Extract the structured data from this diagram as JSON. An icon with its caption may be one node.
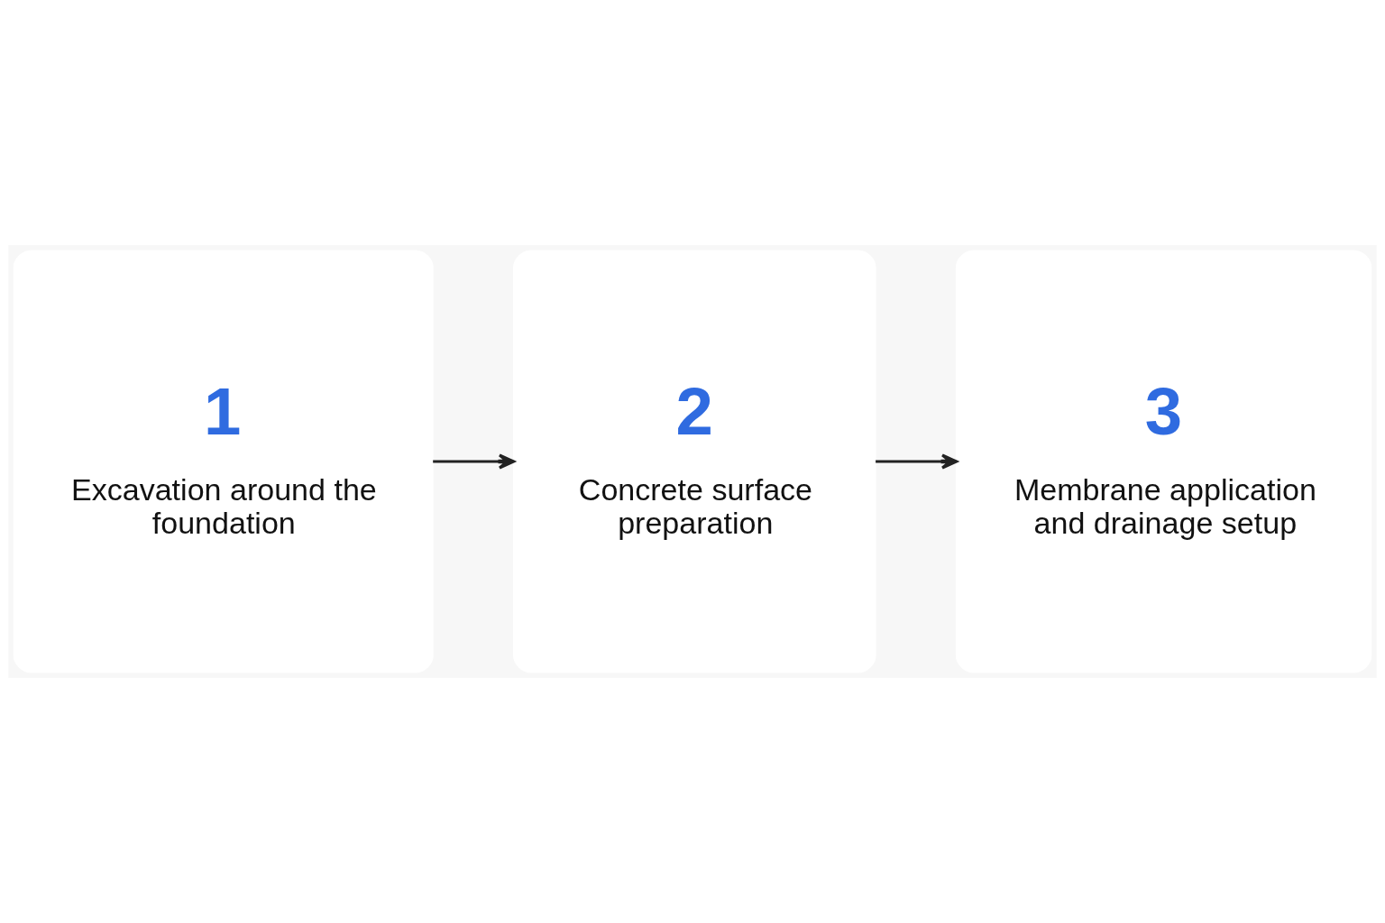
{
  "diagram": {
    "nodes": [
      {
        "text": [
          "1",
          "Excavation around the foundation"
        ]
      },
      {
        "text": [
          "2",
          "Concrete surface preparation"
        ]
      },
      {
        "text": [
          "3",
          "Membrane application and drainage setup"
        ]
      }
    ],
    "edges": [
      {
        "from": 0,
        "to": 1,
        "arrow": "to"
      },
      {
        "from": 1,
        "to": 2,
        "arrow": "to"
      }
    ]
  }
}
